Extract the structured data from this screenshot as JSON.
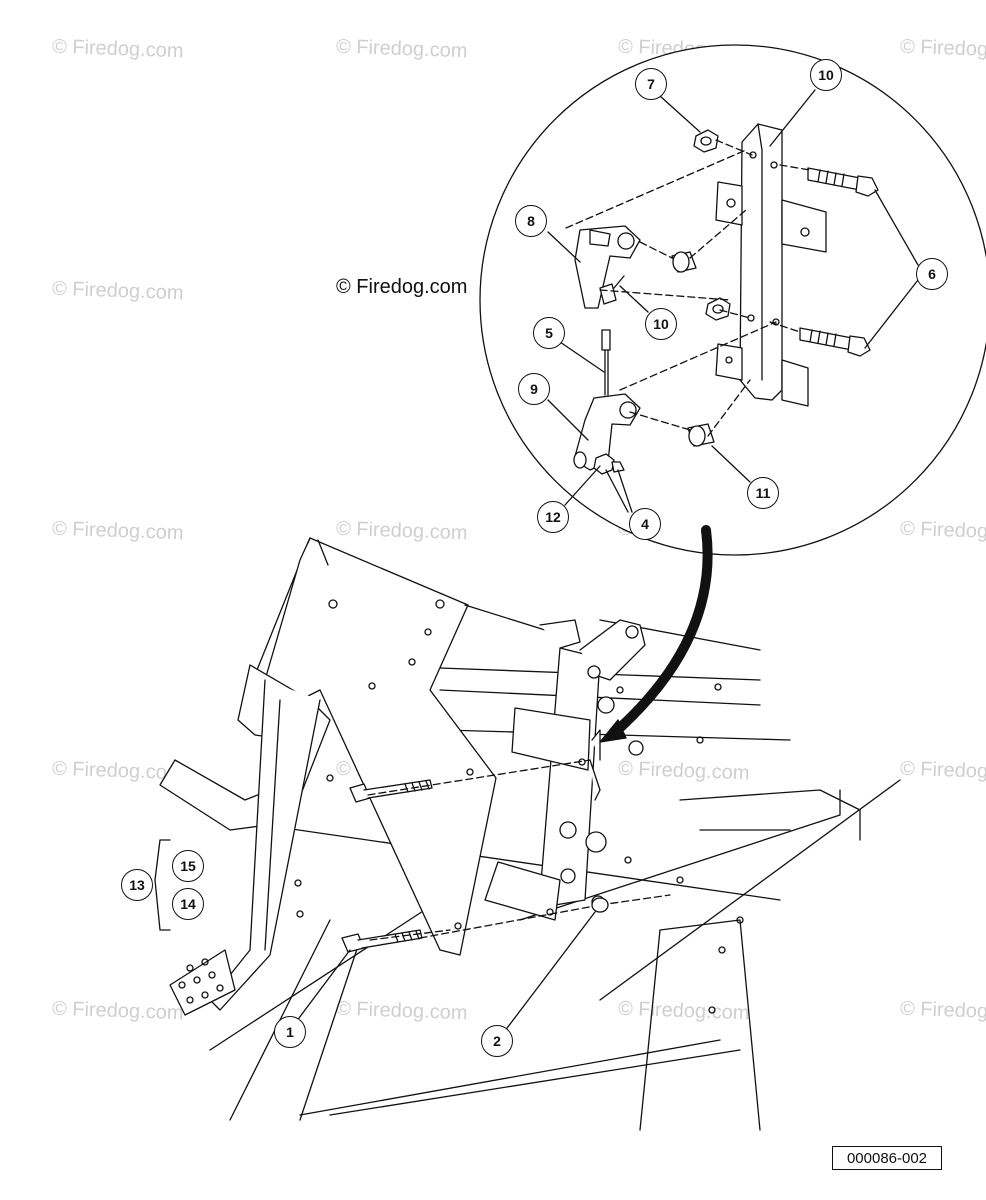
{
  "watermark_text": "© Firedog.com",
  "copyright_text": "© Firedog.com",
  "reference_code": "000086-002",
  "colors": {
    "line": "#111111",
    "watermark": "#cfcfcf",
    "background": "#ffffff"
  },
  "callouts": {
    "c1": "1",
    "c2": "2",
    "c4": "4",
    "c5": "5",
    "c6": "6",
    "c7": "7",
    "c8": "8",
    "c9": "9",
    "c10a": "10",
    "c10b": "10",
    "c11": "11",
    "c12": "12",
    "c13": "13",
    "c14": "14",
    "c15": "15"
  }
}
